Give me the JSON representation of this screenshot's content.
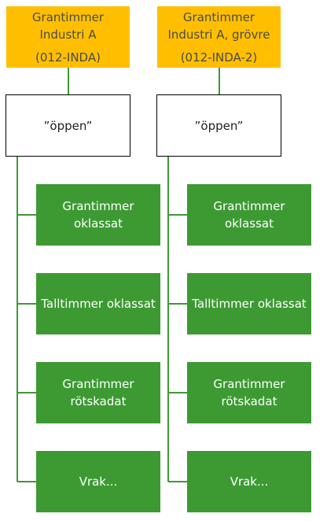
{
  "colors": {
    "header_fill": "#ffbf00",
    "header_text": "#4a4a4a",
    "leaf_fill": "#3d9a33",
    "leaf_text": "#ffffff",
    "connector": "#3d9a33"
  },
  "branches": [
    {
      "header": {
        "line1": "Grantimmer",
        "line2": "Industri A",
        "code": "(012-INDA)"
      },
      "status": "”öppen”",
      "leaves": [
        {
          "line1": "Grantimmer",
          "line2": "oklassat"
        },
        {
          "line1": "Talltimmer oklassat",
          "line2": ""
        },
        {
          "line1": "Grantimmer",
          "line2": "rötskadat"
        },
        {
          "line1": "Vrak...",
          "line2": ""
        }
      ]
    },
    {
      "header": {
        "line1": "Grantimmer",
        "line2": "Industri A, grövre",
        "code": "(012-INDA-2)"
      },
      "status": "”öppen”",
      "leaves": [
        {
          "line1": "Grantimmer",
          "line2": "oklassat"
        },
        {
          "line1": "Talltimmer oklassat",
          "line2": ""
        },
        {
          "line1": "Grantimmer",
          "line2": "rötskadat"
        },
        {
          "line1": "Vrak...",
          "line2": ""
        }
      ]
    }
  ]
}
